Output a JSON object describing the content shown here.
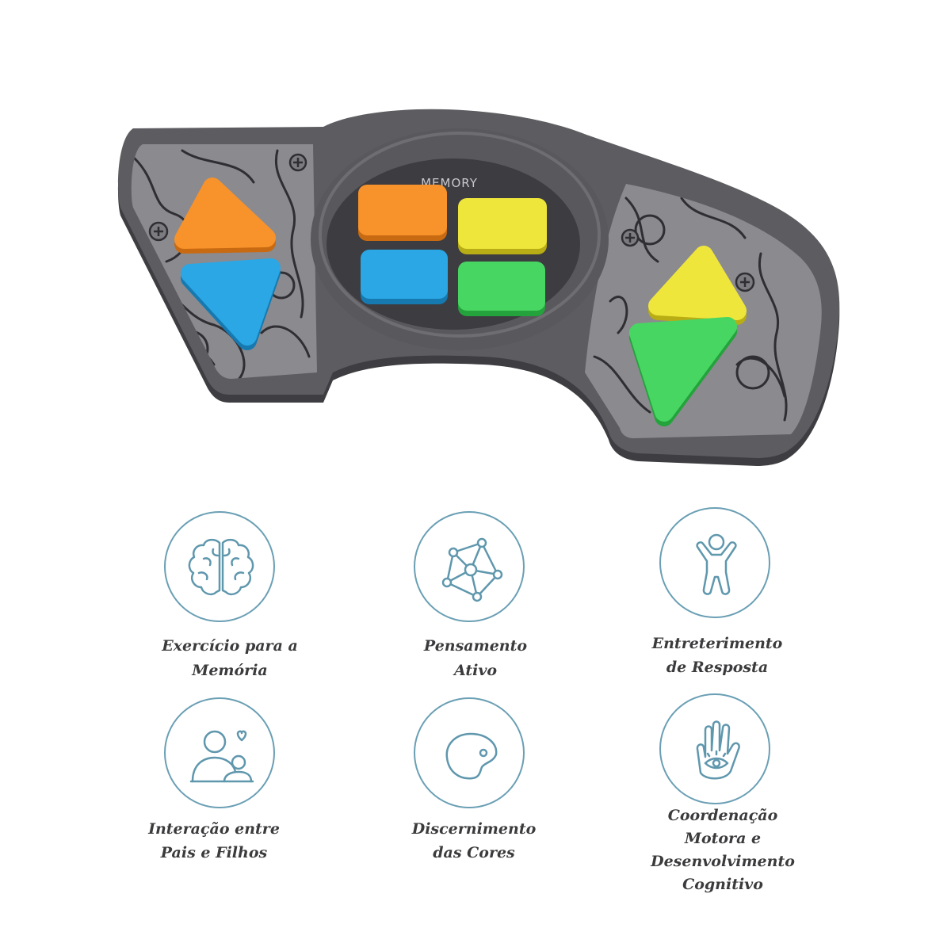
{
  "toy": {
    "brand_label": "MEMORY",
    "colors": {
      "body": "#5d5c60",
      "panel": "#8b8a8f",
      "face": "#3d3c40",
      "orange": "#f8922a",
      "yellow": "#efe63c",
      "blue": "#2aa7e4",
      "green": "#48d663"
    }
  },
  "icon_color": "#5f97ad",
  "features": [
    {
      "icon": "brain-icon",
      "lines": [
        "Exercício para a",
        "Memória"
      ]
    },
    {
      "icon": "network-icon",
      "lines": [
        "Pensamento",
        "Ativo"
      ]
    },
    {
      "icon": "child-icon",
      "lines": [
        "Entreterimento",
        "de Resposta"
      ]
    },
    {
      "icon": "parent-child-icon",
      "lines": [
        "Interação entre",
        "Pais e Filhos"
      ]
    },
    {
      "icon": "palette-icon",
      "lines": [
        "Discernimento",
        "das Cores"
      ]
    },
    {
      "icon": "hand-eye-icon",
      "lines": [
        "Coordenação",
        "Motora e",
        "Desenvolvimento",
        "Cognitivo"
      ]
    }
  ]
}
